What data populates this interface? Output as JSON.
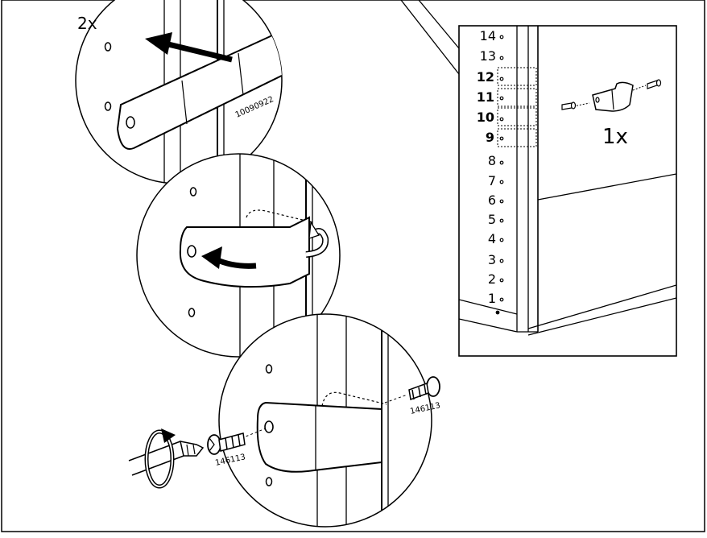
{
  "step": {
    "quantity_top": "2x",
    "quantity_panel": "1x",
    "part_number_bracket": "10090922",
    "part_number_screw_left": "146113",
    "part_number_screw_right": "146113"
  },
  "scale": {
    "marks": [
      "14",
      "13",
      "12",
      "11",
      "10",
      "9",
      "8",
      "7",
      "6",
      "5",
      "4",
      "3",
      "2",
      "1"
    ],
    "bold_marks": [
      "12",
      "11",
      "10",
      "9"
    ]
  }
}
